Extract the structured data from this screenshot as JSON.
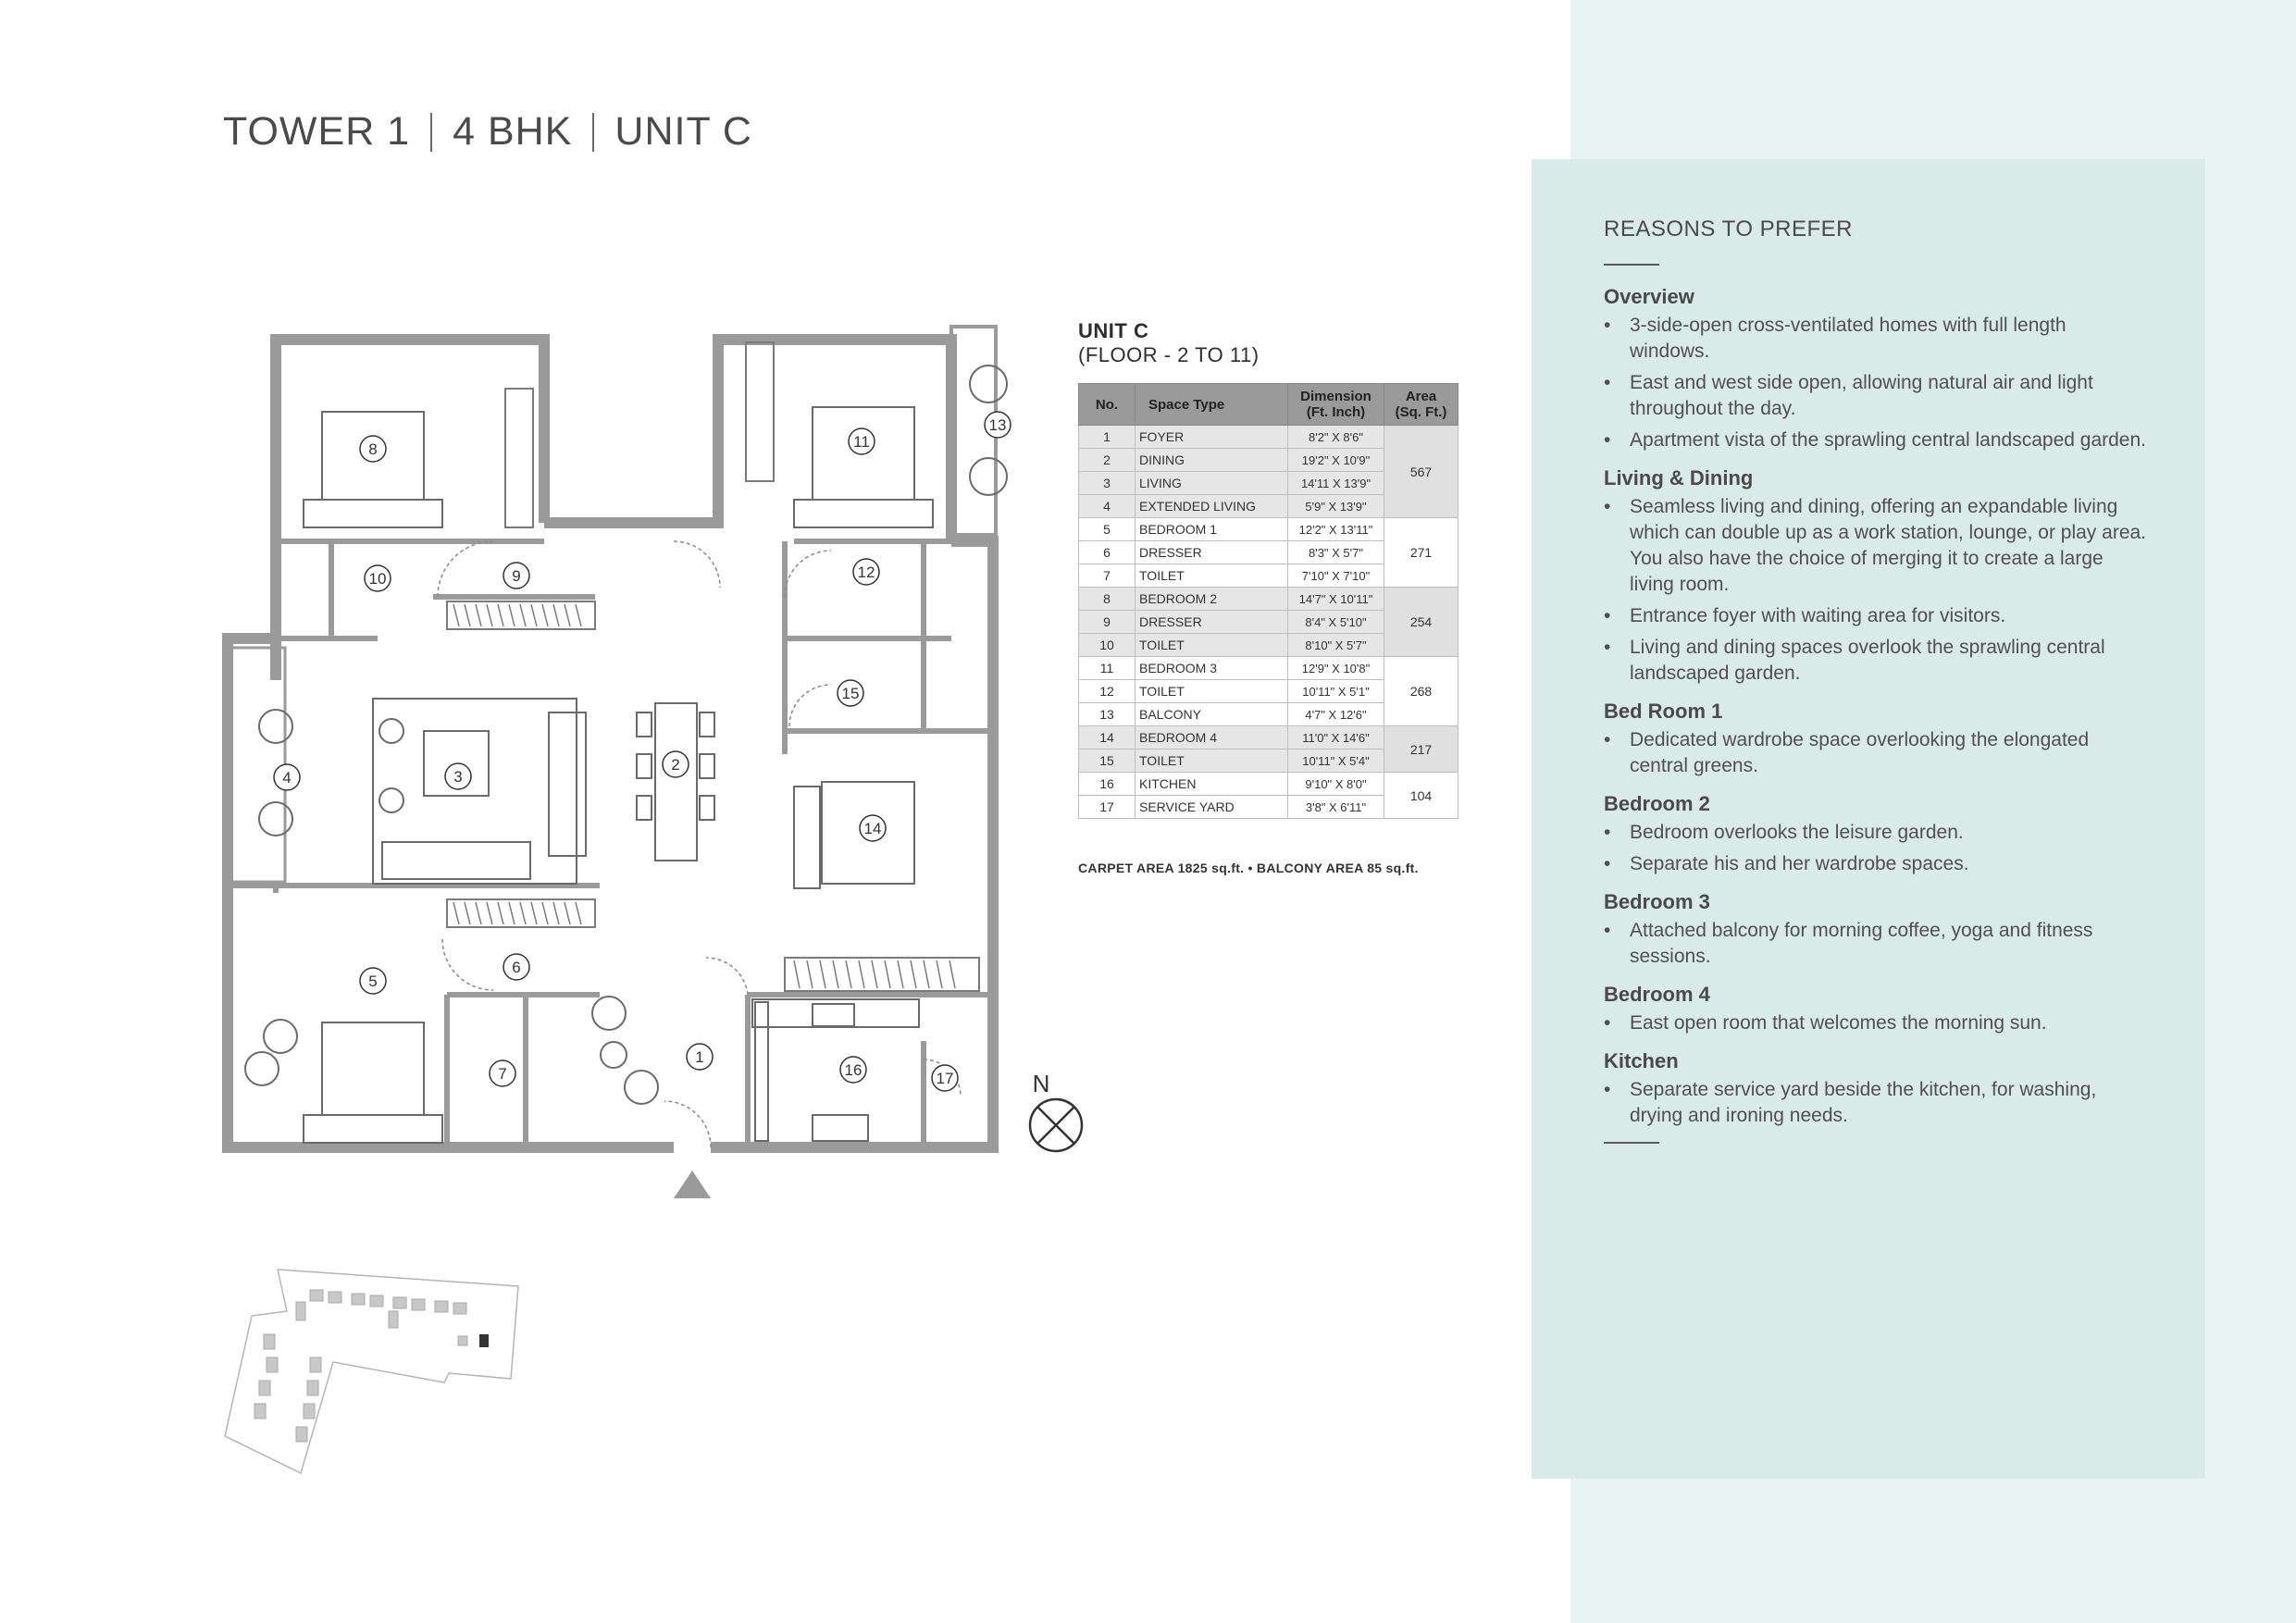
{
  "header": {
    "parts": [
      "TOWER 1",
      "4 BHK",
      "UNIT C"
    ]
  },
  "unit": {
    "name": "UNIT C",
    "floors": "(FLOOR - 2 TO 11)"
  },
  "table": {
    "headers": {
      "no": "No.",
      "type": "Space Type",
      "dim_line1": "Dimension",
      "dim_line2": "(Ft. Inch)",
      "area_line1": "Area",
      "area_line2": "(Sq. Ft.)"
    },
    "groups": [
      {
        "area": "567",
        "rows": [
          {
            "no": "1",
            "type": "FOYER",
            "dim": "8'2\" X 8'6\""
          },
          {
            "no": "2",
            "type": "DINING",
            "dim": "19'2\" X 10'9\""
          },
          {
            "no": "3",
            "type": "LIVING",
            "dim": "14'11 X 13'9\""
          },
          {
            "no": "4",
            "type": "EXTENDED LIVING",
            "dim": "5'9\" X 13'9\""
          }
        ]
      },
      {
        "area": "271",
        "rows": [
          {
            "no": "5",
            "type": "BEDROOM 1",
            "dim": "12'2\" X 13'11\""
          },
          {
            "no": "6",
            "type": "DRESSER",
            "dim": "8'3\" X 5'7\""
          },
          {
            "no": "7",
            "type": "TOILET",
            "dim": "7'10\" X 7'10\""
          }
        ]
      },
      {
        "area": "254",
        "rows": [
          {
            "no": "8",
            "type": "BEDROOM 2",
            "dim": "14'7\" X 10'11\""
          },
          {
            "no": "9",
            "type": "DRESSER",
            "dim": "8'4\" X 5'10\""
          },
          {
            "no": "10",
            "type": "TOILET",
            "dim": "8'10\" X 5'7\""
          }
        ]
      },
      {
        "area": "268",
        "rows": [
          {
            "no": "11",
            "type": "BEDROOM 3",
            "dim": "12'9\" X 10'8\""
          },
          {
            "no": "12",
            "type": "TOILET",
            "dim": "10'11\" X 5'1\""
          },
          {
            "no": "13",
            "type": "BALCONY",
            "dim": "4'7\" X 12'6\""
          }
        ]
      },
      {
        "area": "217",
        "rows": [
          {
            "no": "14",
            "type": "BEDROOM 4",
            "dim": "11'0\" X 14'6\""
          },
          {
            "no": "15",
            "type": "TOILET",
            "dim": "10'11\" X 5'4\""
          }
        ]
      },
      {
        "area": "104",
        "rows": [
          {
            "no": "16",
            "type": "KITCHEN",
            "dim": "9'10\" X 8'0\""
          },
          {
            "no": "17",
            "type": "SERVICE YARD",
            "dim": "3'8\" X 6'11\""
          }
        ]
      }
    ],
    "footnote": "CARPET AREA 1825 sq.ft.  •  BALCONY AREA 85 sq.ft."
  },
  "plan": {
    "north_label": "N",
    "rooms": [
      "1",
      "2",
      "3",
      "4",
      "5",
      "6",
      "7",
      "8",
      "9",
      "10",
      "11",
      "12",
      "13",
      "14",
      "15",
      "16",
      "17"
    ]
  },
  "sidebar": {
    "heading": "REASONS TO PREFER",
    "sections": [
      {
        "title": "Overview",
        "items": [
          "3-side-open cross-ventilated homes with full length windows.",
          "East and west side open, allowing natural air and light throughout the day.",
          "Apartment vista of the sprawling central landscaped garden."
        ]
      },
      {
        "title": "Living & Dining",
        "items": [
          "Seamless living and dining, offering an expandable living which can double up as a work station, lounge, or play area. You also have the choice of merging it to create a large living room.",
          "Entrance foyer with waiting area for visitors.",
          "Living and dining spaces overlook the sprawling central landscaped garden."
        ]
      },
      {
        "title": "Bed Room 1",
        "items": [
          "Dedicated wardrobe space overlooking the elongated central greens."
        ]
      },
      {
        "title": "Bedroom 2",
        "items": [
          "Bedroom overlooks the leisure garden.",
          "Separate his and her wardrobe spaces."
        ]
      },
      {
        "title": "Bedroom 3",
        "items": [
          "Attached balcony for morning coffee, yoga and fitness sessions."
        ]
      },
      {
        "title": "Bedroom 4",
        "items": [
          "East open room that welcomes the morning sun."
        ]
      },
      {
        "title": "Kitchen",
        "items": [
          "Separate service yard beside the kitchen, for washing, drying and ironing needs."
        ]
      }
    ]
  },
  "colors": {
    "panel": "#d9eae8",
    "page_right": "#e8f3f4",
    "wall": "#9a9a9a",
    "text": "#4a4a4a"
  }
}
